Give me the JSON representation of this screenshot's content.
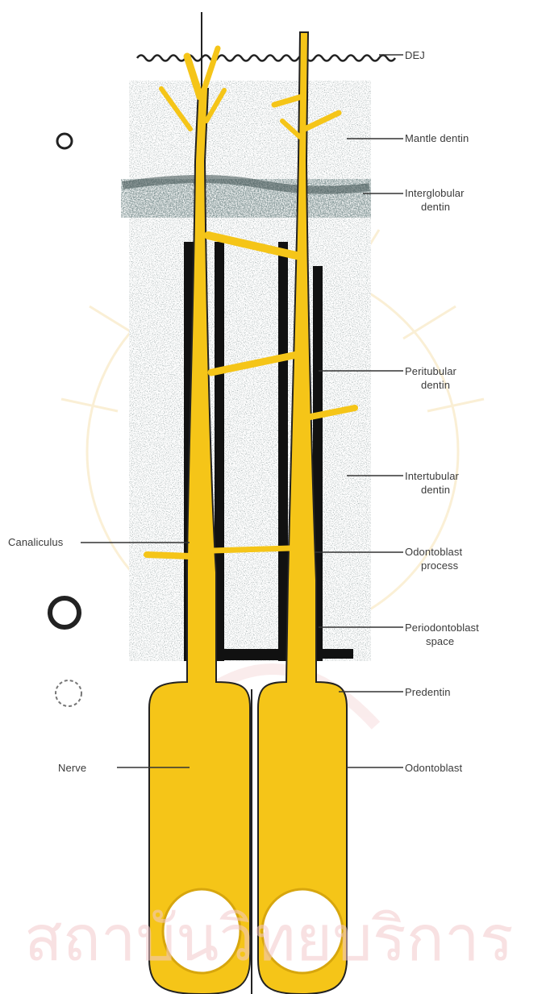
{
  "labels": {
    "dej": "DEJ",
    "mantle_dentin": "Mantle dentin",
    "interglobular_dentin": [
      "Interglobular",
      "dentin"
    ],
    "peritubular_dentin": [
      "Peritubular",
      "dentin"
    ],
    "intertubular_dentin": [
      "Intertubular",
      "dentin"
    ],
    "canaliculus": "Canaliculus",
    "odontoblast_process": [
      "Odontoblast",
      "process"
    ],
    "periodontoblast_space": [
      "Periodontoblast",
      "space"
    ],
    "predentin": "Predentin",
    "nerve": "Nerve",
    "odontoblast": "Odontoblast"
  },
  "watermark": "สถาบันวิทยบริการ",
  "colors": {
    "cell_yellow": "#f5c518",
    "cell_dark_yellow": "#e0a800",
    "dentin_speckle": "#5a6a6a",
    "interglobular_band": "#3d4f4f",
    "tubule_black": "#111111",
    "label_line": "#333333",
    "watermark": "#f3c9cb"
  }
}
